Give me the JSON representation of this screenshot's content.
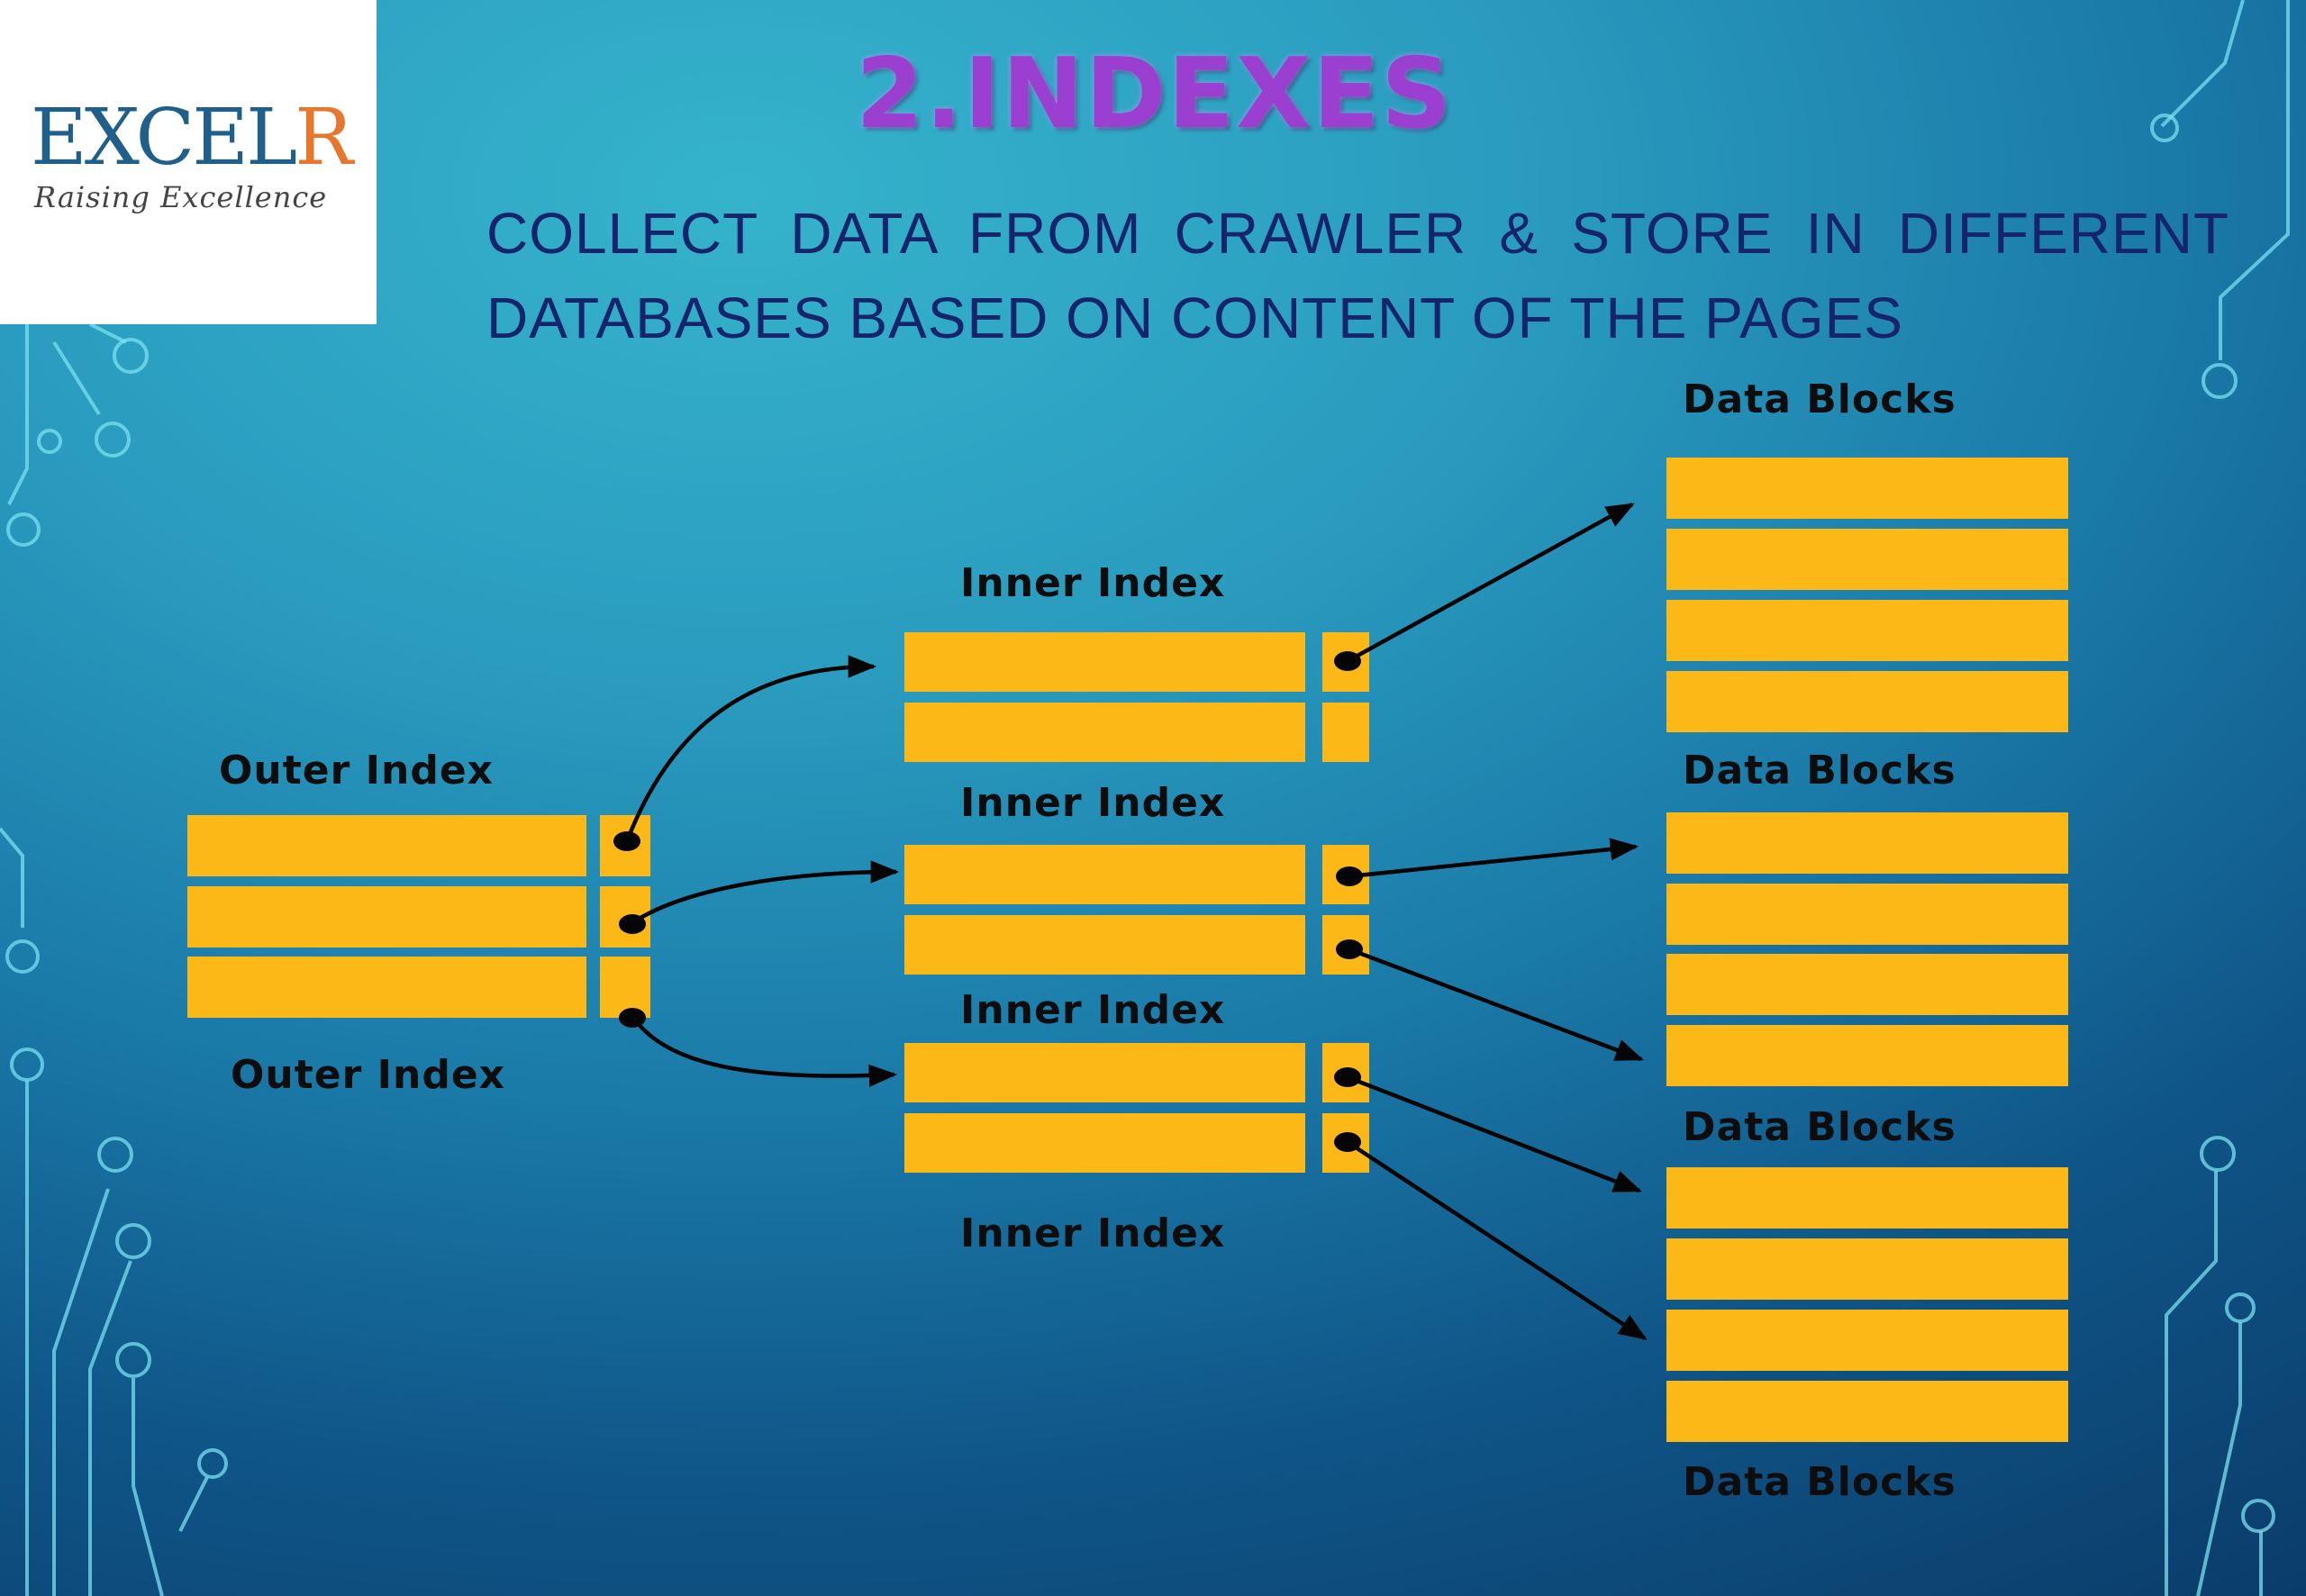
{
  "logo": {
    "brand_main": "EXCEL",
    "brand_accent": "R",
    "tagline": "Raising Excellence"
  },
  "slide": {
    "title": "2.INDEXES",
    "subtitle": "COLLECT DATA FROM CRAWLER & STORE IN DIFFERENT DATABASES BASED ON CONTENT OF THE PAGES"
  },
  "diagram": {
    "outer_label_top": "Outer Index",
    "outer_label_bottom": "Outer Index",
    "inner_labels": [
      "Inner Index",
      "Inner Index",
      "Inner Index",
      "Inner Index"
    ],
    "data_labels": [
      "Data Blocks",
      "Data Blocks",
      "Data Blocks",
      "Data Blocks"
    ]
  },
  "colors": {
    "block": "#fbb817",
    "arrow": "#050505",
    "title": "#9b3fd1",
    "subtitle": "#16256b",
    "logo_blue": "#1f5f8b",
    "logo_orange": "#e8772e"
  }
}
